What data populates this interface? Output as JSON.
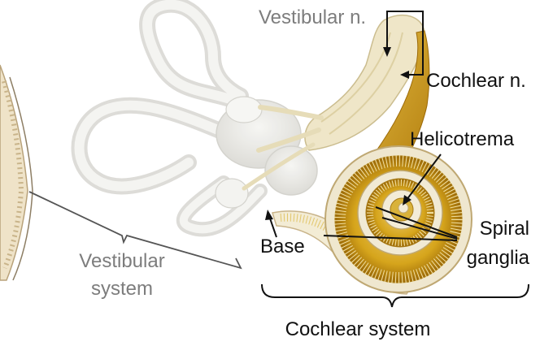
{
  "labels": {
    "vestibular_nerve": "Vestibular n.",
    "cochlear_nerve": "Cochlear n.",
    "helicotrema": "Helicotrema",
    "spiral_ganglia_line1": "Spiral",
    "spiral_ganglia_line2": "ganglia",
    "base": "Base",
    "vestibular_system_line1": "Vestibular",
    "vestibular_system_line2": "system",
    "cochlear_system": "Cochlear system"
  },
  "colors": {
    "label_text": "#111111",
    "vestibular_label_text": "#7d7d7d",
    "bone_white": "#efeee9",
    "nerve_cream": "#efe6c8",
    "ganglia_gold": "#d4a80c",
    "cochlear_nerve_gold": "#c48a10"
  }
}
